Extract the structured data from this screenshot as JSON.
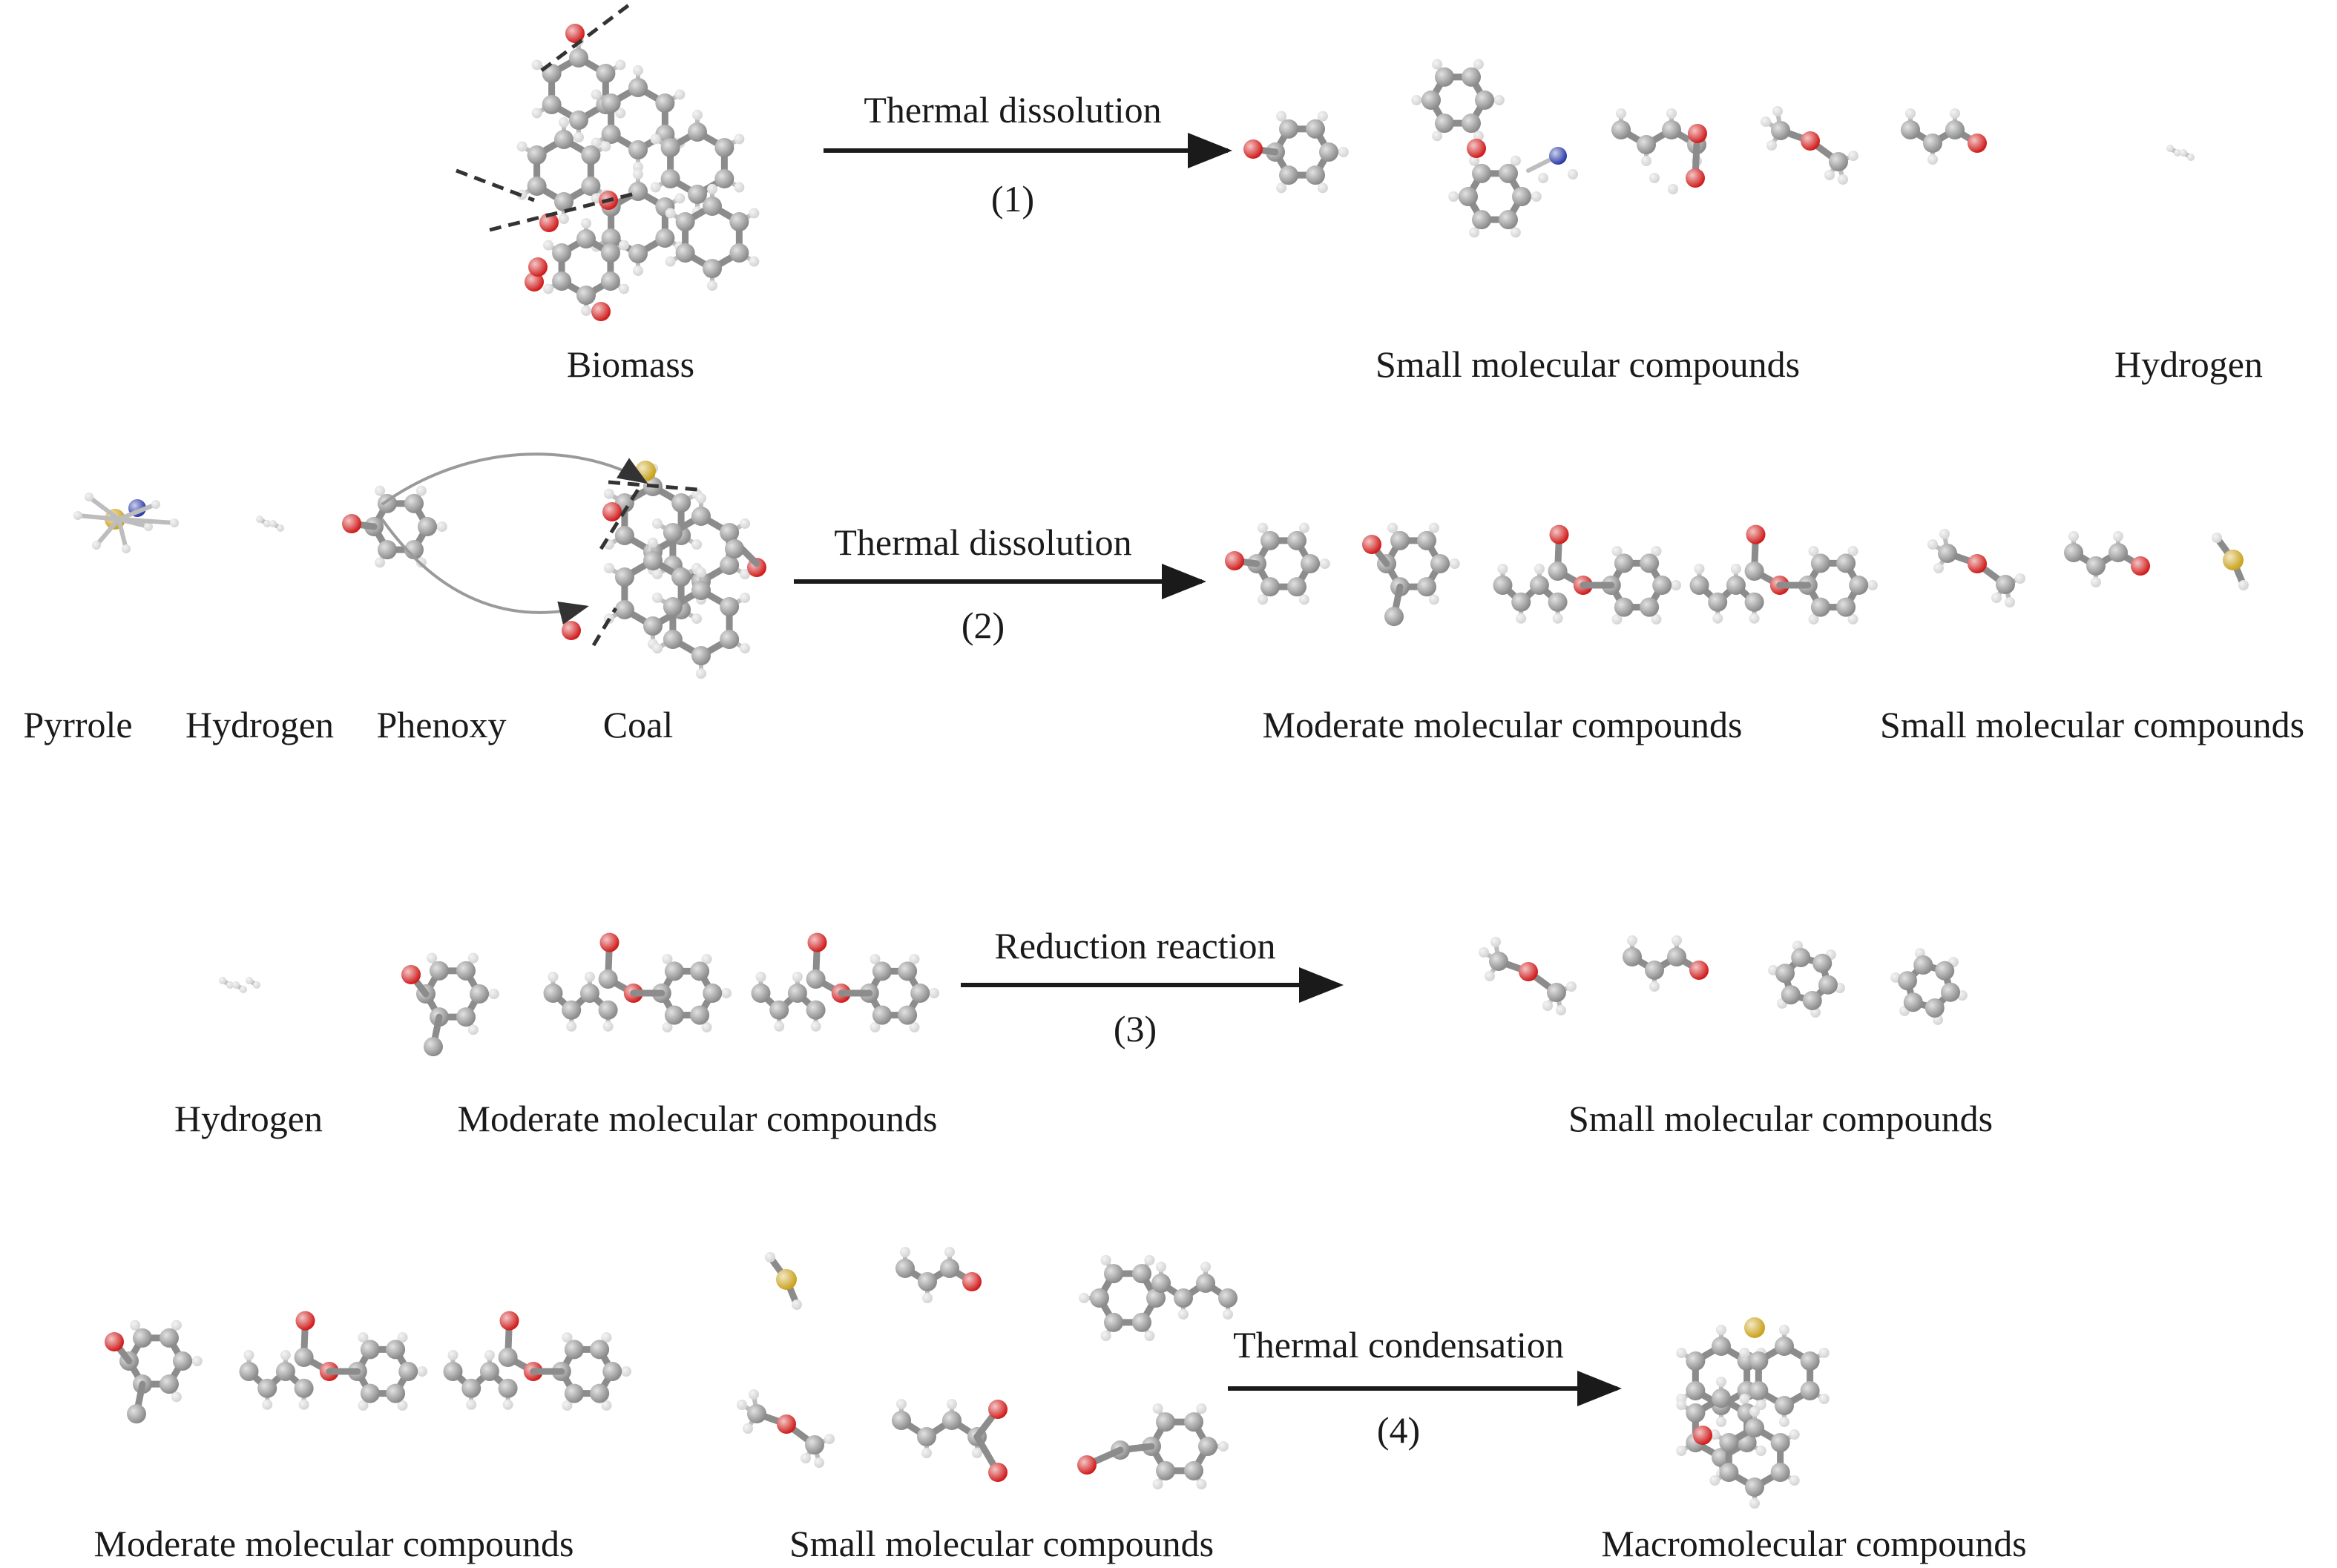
{
  "colors": {
    "carbon": "#8a8a8a",
    "hydrogen": "#d4d4d4",
    "oxygen": "#d01c1c",
    "sulfur": "#c9a21c",
    "nitrogen": "#2a3aa8",
    "text": "#1a1a1a"
  },
  "steps": [
    {
      "process_label": "Thermal dissolution",
      "step_number": "(1)",
      "labels": [
        "Biomass",
        "Small molecular compounds",
        "Hydrogen"
      ]
    },
    {
      "process_label": "Thermal dissolution",
      "step_number": "(2)",
      "labels": [
        "Pyrrole",
        "Hydrogen",
        "Phenoxy",
        "Coal",
        "Moderate molecular compounds",
        "Small molecular compounds"
      ]
    },
    {
      "process_label": "Reduction reaction",
      "step_number": "(3)",
      "labels": [
        "Hydrogen",
        "Moderate molecular compounds",
        "Small molecular compounds"
      ]
    },
    {
      "process_label": "Thermal condensation",
      "step_number": "(4)",
      "labels": [
        "Moderate molecular compounds",
        "Small molecular compounds",
        "Macromolecular compounds"
      ]
    }
  ]
}
